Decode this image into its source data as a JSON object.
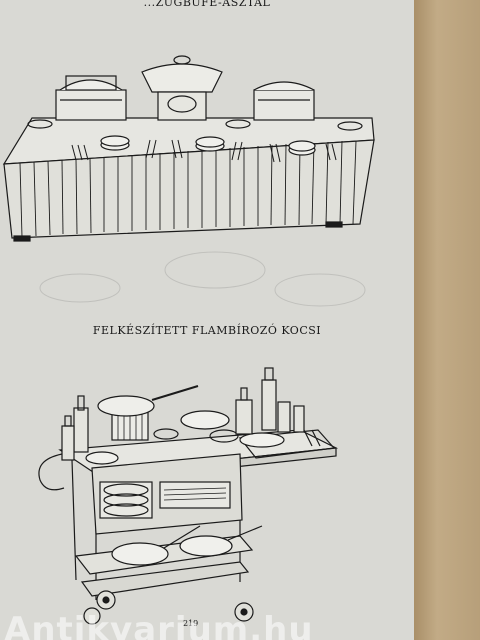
{
  "heading_top": "...ZÜGBÜFÉ-ASZTAL",
  "heading_trolley": "FELKÉSZÍTETT FLAMBÍROZÓ KOCSI",
  "page_number": "219",
  "watermark": "Antikvarium.hu"
}
